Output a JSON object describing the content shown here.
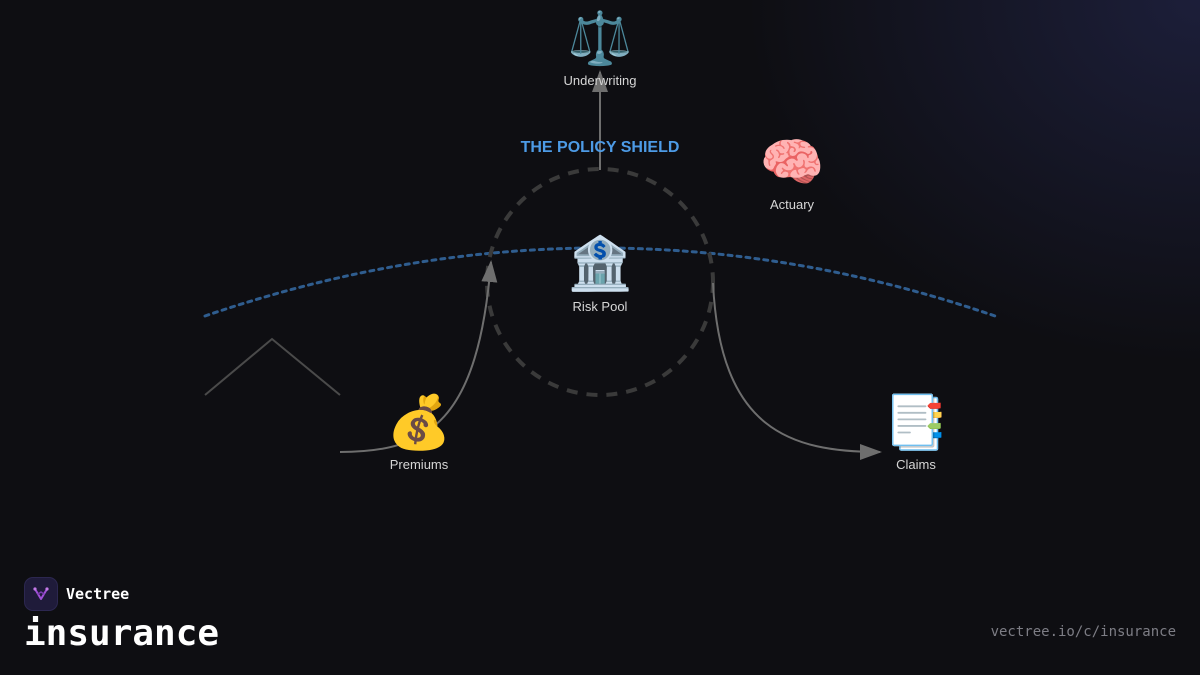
{
  "diagram": {
    "title": "THE POLICY SHIELD",
    "accent_color": "#4d9be6",
    "arc_color": "#2f5d8f",
    "connector_color": "#6e6e6e",
    "ring_color": "#3a3a3a",
    "nodes": {
      "underwriting": {
        "label": "Underwriting",
        "icon": "⚖️",
        "icon_name": "balance-scale-icon"
      },
      "actuary": {
        "label": "Actuary",
        "icon": "🧠",
        "icon_name": "brain-icon"
      },
      "risk_pool": {
        "label": "Risk Pool",
        "icon": "🏦",
        "icon_name": "bank-icon"
      },
      "premiums": {
        "label": "Premiums",
        "icon": "💰",
        "icon_name": "money-bag-icon"
      },
      "claims": {
        "label": "Claims",
        "icon": "📑",
        "icon_name": "bookmark-tabs-icon"
      }
    }
  },
  "footer": {
    "brand_name": "Vectree",
    "brand_icon": "vectree-logo-icon",
    "topic": "insurance",
    "url": "vectree.io/c/insurance"
  }
}
